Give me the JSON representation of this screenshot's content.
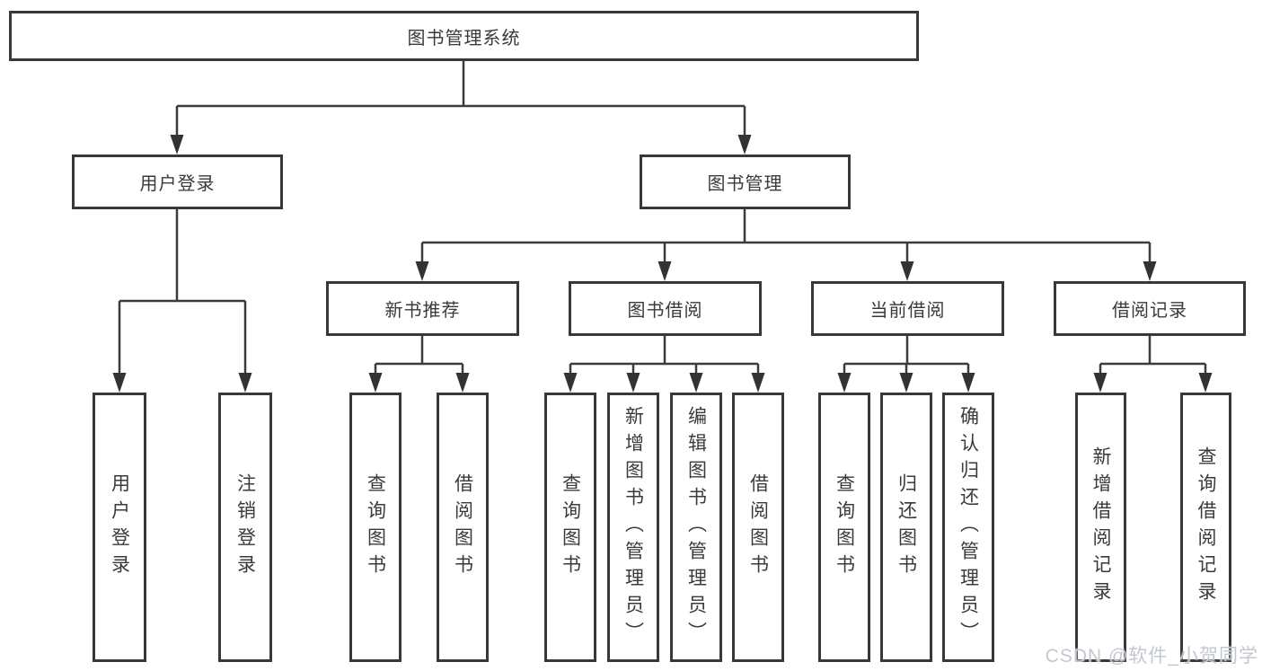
{
  "diagram_title": "图书管理系统",
  "tree": {
    "label": "图书管理系统",
    "children": [
      {
        "label": "用户登录",
        "children": [
          {
            "label": "用户登录"
          },
          {
            "label": "注销登录"
          }
        ]
      },
      {
        "label": "图书管理",
        "children": [
          {
            "label": "新书推荐",
            "children": [
              {
                "label": "查询图书"
              },
              {
                "label": "借阅图书"
              }
            ]
          },
          {
            "label": "图书借阅",
            "children": [
              {
                "label": "查询图书"
              },
              {
                "label": "新增图书（管理员）"
              },
              {
                "label": "编辑图书（管理员）"
              },
              {
                "label": "借阅图书"
              }
            ]
          },
          {
            "label": "当前借阅",
            "children": [
              {
                "label": "查询图书"
              },
              {
                "label": "归还图书"
              },
              {
                "label": "确认归还（管理员）"
              }
            ]
          },
          {
            "label": "借阅记录",
            "children": [
              {
                "label": "新增借阅记录"
              },
              {
                "label": "查询借阅记录"
              }
            ]
          }
        ]
      }
    ]
  },
  "watermark": {
    "text": "CSDN @软件_小贺同学",
    "color": "#c3c8cf"
  },
  "colors": {
    "line": "#3b3b3b",
    "box_border": "#383838",
    "box_background": "#ffffff",
    "text": "#3a3a3a"
  }
}
